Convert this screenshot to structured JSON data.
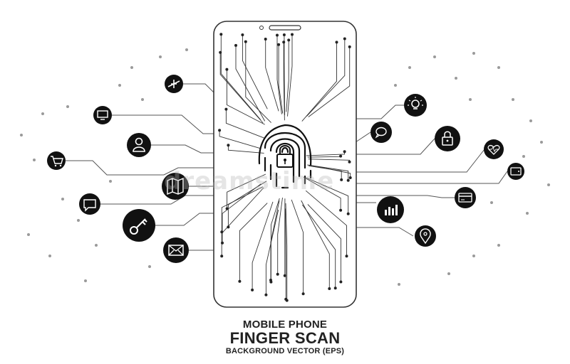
{
  "title": {
    "line1": "MOBILE PHONE",
    "line2": "FINGER SCAN",
    "line3": "BACKGROUND VECTOR (EPS)"
  },
  "watermark": "dreamstime",
  "colors": {
    "ink": "#111111",
    "line": "#555555",
    "dot": "#9a9a9a",
    "bg": "#ffffff"
  },
  "icons_left": [
    "airplane-icon",
    "monitor-icon",
    "user-icon",
    "cart-icon",
    "map-icon",
    "chat-icon",
    "key-icon",
    "mail-icon"
  ],
  "icons_right": [
    "lightbulb-icon",
    "chat-bubble-icon",
    "padlock-icon",
    "heart-icon",
    "wallet-icon",
    "credit-card-icon",
    "bar-chart-icon",
    "location-pin-icon"
  ]
}
